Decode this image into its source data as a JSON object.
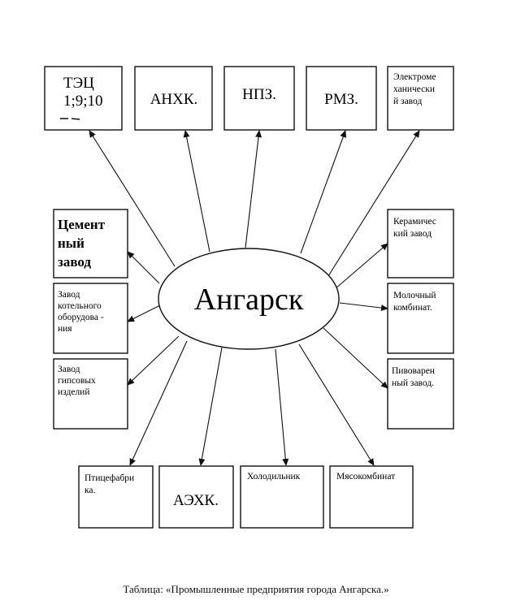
{
  "center": {
    "label": "Ангарск"
  },
  "nodes": [
    {
      "id": "tec",
      "lines": [
        "ТЭЦ",
        "1;9;10"
      ]
    },
    {
      "id": "anhk",
      "lines": [
        "АНХК."
      ]
    },
    {
      "id": "npz",
      "lines": [
        "НПЗ."
      ]
    },
    {
      "id": "rmz",
      "lines": [
        "РМЗ."
      ]
    },
    {
      "id": "electro",
      "lines": [
        "Электроме",
        "ханически",
        "й завод"
      ]
    },
    {
      "id": "cement",
      "lines": [
        "Цемент",
        "ный",
        "завод"
      ]
    },
    {
      "id": "boiler",
      "lines": [
        "Завод",
        "котельного",
        "оборудова -",
        "ния"
      ]
    },
    {
      "id": "gypsum",
      "lines": [
        "Завод",
        "гипсовых",
        "изделий"
      ]
    },
    {
      "id": "ceramic",
      "lines": [
        "Керамичес",
        "кий завод"
      ]
    },
    {
      "id": "dairy",
      "lines": [
        "Молочный",
        "комбинат."
      ]
    },
    {
      "id": "brewery",
      "lines": [
        "Пивоварен",
        "ный завод."
      ]
    },
    {
      "id": "poultry",
      "lines": [
        "Птицефабри",
        "ка."
      ]
    },
    {
      "id": "aehk",
      "lines": [
        "АЭХК."
      ]
    },
    {
      "id": "cold",
      "lines": [
        "Холодильник"
      ]
    },
    {
      "id": "meat",
      "lines": [
        "Мясокомбинат"
      ]
    }
  ],
  "caption": "Таблица: «Промышленные предприятия города Ангарска.»"
}
